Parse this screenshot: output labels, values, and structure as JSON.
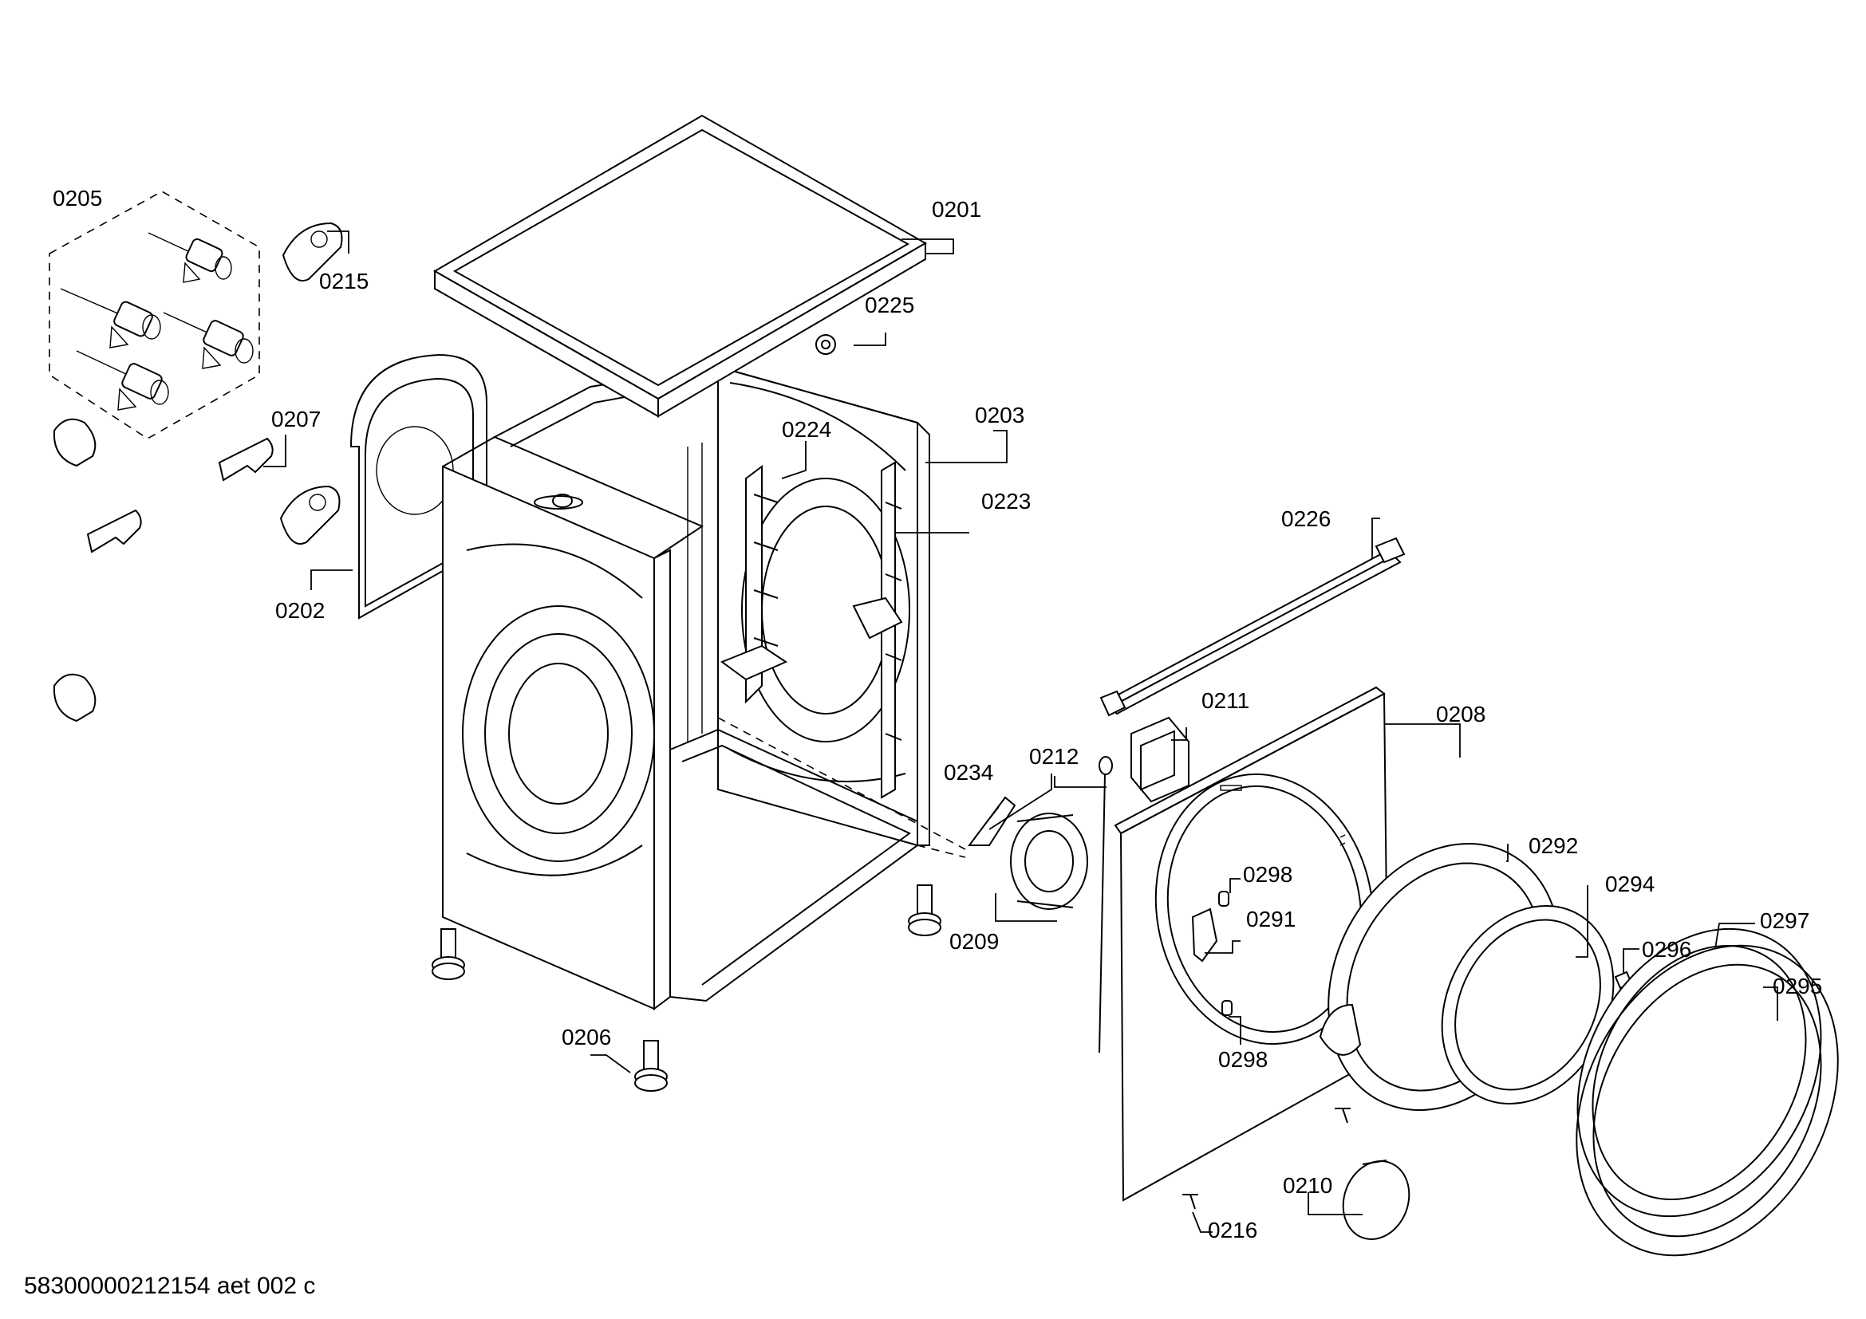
{
  "labels": {
    "p0201": "0201",
    "p0202": "0202",
    "p0203": "0203",
    "p0205": "0205",
    "p0206": "0206",
    "p0207": "0207",
    "p0208": "0208",
    "p0209": "0209",
    "p0210": "0210",
    "p0211": "0211",
    "p0212": "0212",
    "p0215": "0215",
    "p0216": "0216",
    "p0223": "0223",
    "p0224": "0224",
    "p0225": "0225",
    "p0226": "0226",
    "p0234": "0234",
    "p0291": "0291",
    "p0292": "0292",
    "p0294": "0294",
    "p0295": "0295",
    "p0296": "0296",
    "p0297": "0297",
    "p0298a": "0298",
    "p0298b": "0298"
  },
  "document_code": "58300000212154 aet 002 c"
}
